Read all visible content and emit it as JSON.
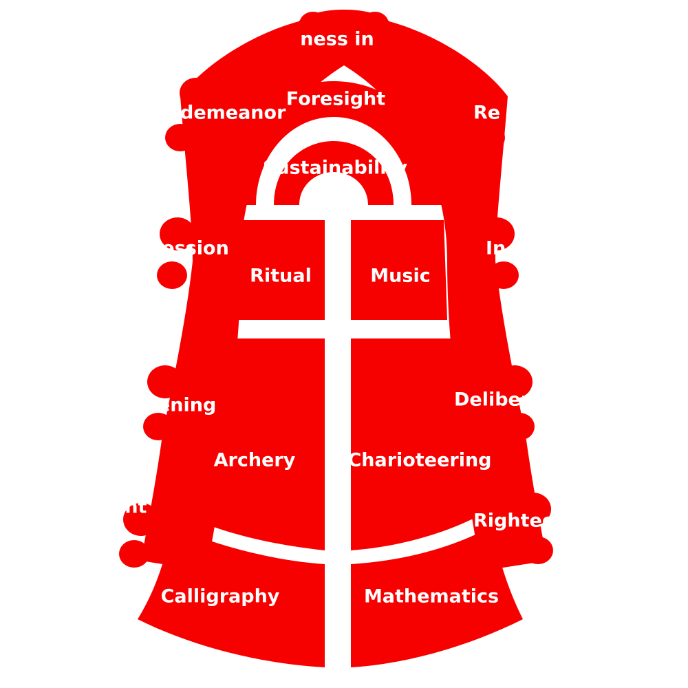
{
  "colors": {
    "bell": "#f70000",
    "text": "#ffffff",
    "background": "#ffffff"
  },
  "arch": {
    "top": "ness in",
    "foresight": "Foresight",
    "sustainability": "Sustainability"
  },
  "rim_left": [
    "demeanor",
    "ression",
    "stening",
    "ght"
  ],
  "rim_right": [
    "Re",
    "In",
    "Deliber",
    "Righteo"
  ],
  "panels": {
    "ritual": "Ritual",
    "music": "Music",
    "archery": "Archery",
    "charioteering": "Charioteering",
    "calligraphy": "Calligraphy",
    "mathematics": "Mathematics"
  }
}
